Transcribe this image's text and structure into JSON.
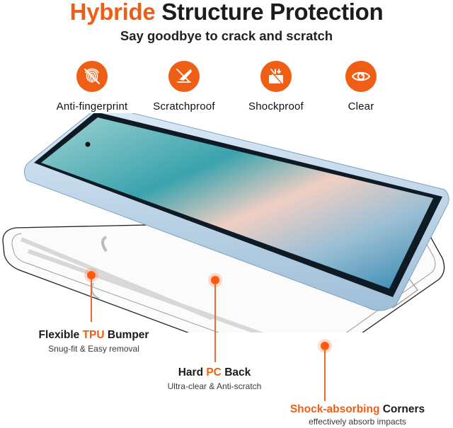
{
  "header": {
    "title_accent": "Hybride",
    "title_rest": "Structure Protection",
    "subtitle": "Say goodbye to crack and scratch"
  },
  "features": [
    {
      "label": "Anti-fingerprint",
      "icon": "fingerprint-crossed-icon"
    },
    {
      "label": "Scratchproof",
      "icon": "knife-crossed-icon"
    },
    {
      "label": "Shockproof",
      "icon": "shock-impact-icon"
    },
    {
      "label": "Clear",
      "icon": "eye-icon"
    }
  ],
  "callouts": {
    "tpu": {
      "pre": "Flexible ",
      "accent": "TPU",
      "post": " Bumper",
      "desc": "Snug-fit & Easy removal"
    },
    "pc": {
      "pre": "Hard ",
      "accent": "PC",
      "post": " Back",
      "desc": "Ultra-clear & Anti-scratch"
    },
    "corners": {
      "accent": "Shock-absorbing",
      "post": " Corners",
      "desc": "effectively absorb impacts"
    }
  },
  "colors": {
    "accent": "#ee5f15",
    "text": "#1c1c1c"
  }
}
